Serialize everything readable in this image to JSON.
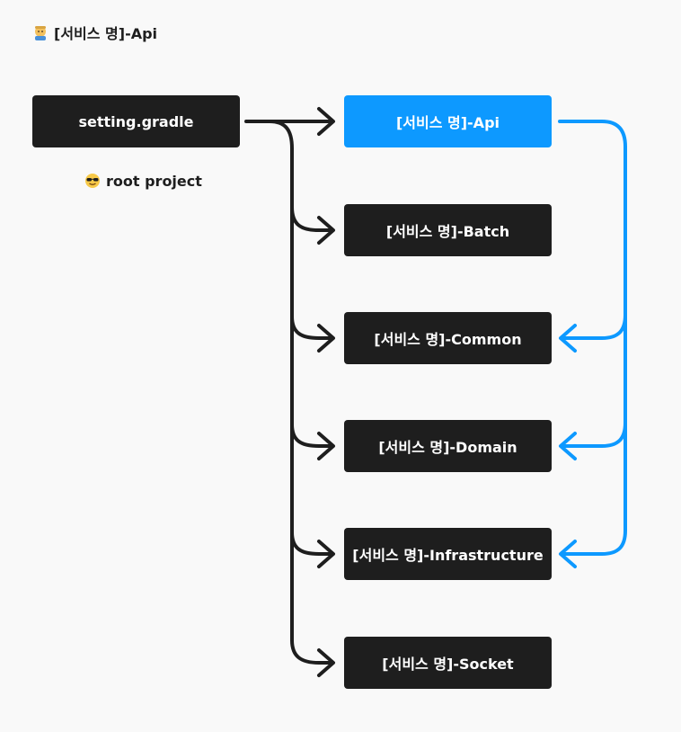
{
  "title": {
    "emoji_icon": "farmer-emoji-icon",
    "text": "[서비스 명]-Api"
  },
  "root": {
    "label": "setting.gradle",
    "caption_icon": "sunglasses-emoji-icon",
    "caption": "root project"
  },
  "modules": [
    {
      "label": "[서비스 명]-Api",
      "highlighted": true
    },
    {
      "label": "[서비스 명]-Batch",
      "highlighted": false
    },
    {
      "label": "[서비스 명]-Common",
      "highlighted": false
    },
    {
      "label": "[서비스 명]-Domain",
      "highlighted": false
    },
    {
      "label": "[서비스 명]-Infrastructure",
      "highlighted": false
    },
    {
      "label": "[서비스 명]-Socket",
      "highlighted": false
    }
  ],
  "colors": {
    "dark": "#1e1e1e",
    "accent": "#0d99ff",
    "background": "#f9f9f9"
  }
}
